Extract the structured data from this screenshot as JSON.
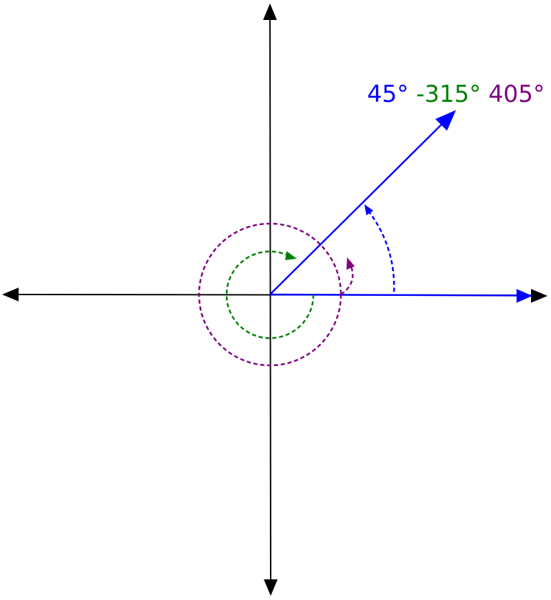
{
  "labels": {
    "positive": "45°",
    "negative": "-315°",
    "coterminal": "405°"
  },
  "angles": {
    "positive_deg": 45,
    "negative_deg": -315,
    "coterminal_deg": 405
  },
  "colors": {
    "axes": "#000000",
    "positive": "#0000ff",
    "negative": "#008000",
    "coterminal": "#800080"
  }
}
